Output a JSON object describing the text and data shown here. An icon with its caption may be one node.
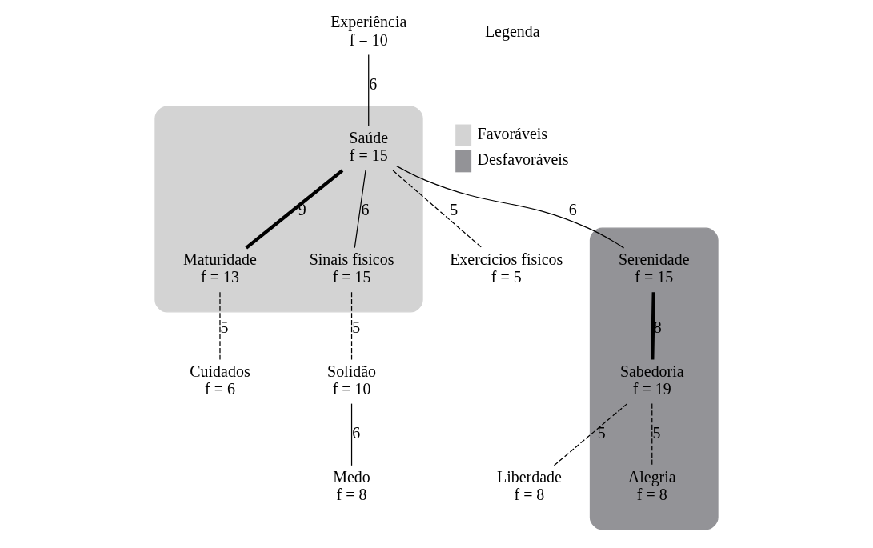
{
  "diagram": {
    "nodes": [
      {
        "text": [
          "Experiência",
          "f = 10"
        ]
      },
      {
        "text": [
          "Exercícios físicos",
          "f = 5"
        ]
      },
      {
        "text": [],
        "shape": "ellipse"
      },
      {
        "text": [
          "Saúde",
          "f = 15"
        ],
        "in": 2
      },
      {
        "text": [
          "Sinais físicos",
          "f = 15"
        ],
        "in": 2
      },
      {
        "text": [
          "Solidão",
          "f = 10"
        ]
      },
      {
        "text": [],
        "shape": "ellipse"
      },
      {
        "text": [
          "Serenidade",
          "f = 15"
        ],
        "in": 6
      },
      {
        "text": [
          "Maturidade",
          "f = 13"
        ],
        "in": 2
      },
      {
        "text": [
          "Medo",
          "f = 8"
        ]
      },
      {
        "text": [
          "Sabedoria",
          "f = 19"
        ],
        "in": 6
      },
      {
        "text": [
          "Cuidados",
          "f = 6"
        ]
      },
      {
        "text": [
          "Liberdade",
          "f = 8"
        ]
      },
      {
        "text": [
          "Alegria",
          "f = 8"
        ],
        "in": 6
      }
    ],
    "edges": [
      {
        "from": 0,
        "to": 3,
        "arrow": "none",
        "label": "6"
      },
      {
        "from": 3,
        "to": 1,
        "arrow": "none",
        "label": "5",
        "style": "dashed"
      },
      {
        "from": 3,
        "to": 4,
        "arrow": "none",
        "label": "6"
      },
      {
        "from": 4,
        "to": 5,
        "arrow": "none",
        "label": "5",
        "style": "dashed"
      },
      {
        "from": 3,
        "to": 8,
        "arrow": "none",
        "label": "9",
        "style": "thick"
      },
      {
        "from": 3,
        "to": 7,
        "arrow": "none",
        "label": "6"
      },
      {
        "from": 5,
        "to": 9,
        "arrow": "none",
        "label": "6"
      },
      {
        "from": 8,
        "to": 11,
        "arrow": "none",
        "label": "5",
        "style": "dashed"
      },
      {
        "from": 7,
        "to": 10,
        "arrow": "none",
        "label": "8",
        "style": "thick"
      },
      {
        "from": 10,
        "to": 12,
        "arrow": "none",
        "label": "5",
        "style": "dashed"
      },
      {
        "from": 10,
        "to": 13,
        "arrow": "none",
        "label": "5",
        "style": "dashed"
      }
    ],
    "labels": [
      "Legenda"
    ],
    "legend": [
      {
        "text": "Favoráveis",
        "color": "#d3d3d3"
      },
      {
        "text": "Desfavoráveis",
        "color": "#939397"
      }
    ]
  }
}
